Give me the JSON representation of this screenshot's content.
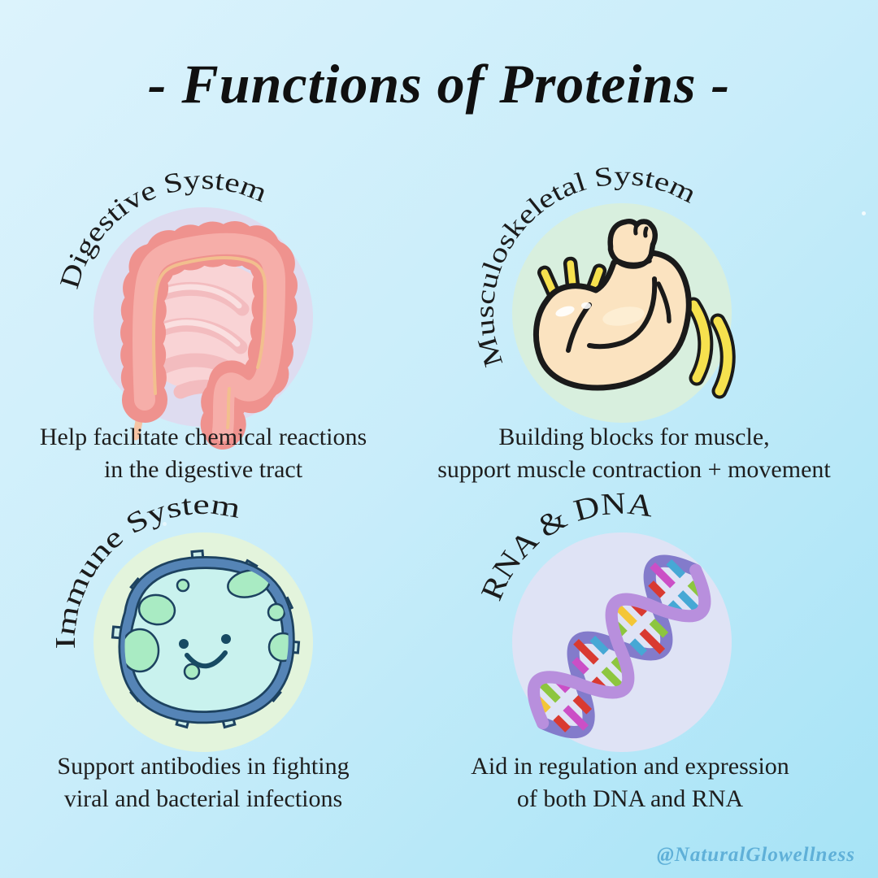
{
  "title": "- Functions of Proteins -",
  "watermark": "@NaturalGlowellness",
  "background": {
    "top_color": "#dcf3fc",
    "bottom_color": "#a6e3f6"
  },
  "quadrants": [
    {
      "label": "Digestive System",
      "icon": "large-intestine-icon",
      "circle_color": "#dedcf0",
      "caption_line1": "Help facilitate chemical reactions",
      "caption_line2": "in the digestive tract"
    },
    {
      "label": "Musculoskeletal System",
      "icon": "flexed-bicep-icon",
      "circle_color": "#d8efde",
      "caption_line1": "Building blocks for muscle,",
      "caption_line2": "support muscle contraction + movement"
    },
    {
      "label": "Immune System",
      "icon": "immune-cell-icon",
      "circle_color": "#e3f4dc",
      "caption_line1": "Support antibodies in fighting",
      "caption_line2": "viral and bacterial infections"
    },
    {
      "label": "RNA & DNA",
      "icon": "dna-helix-icon",
      "circle_color": "#dfe3f5",
      "caption_line1": "Aid in regulation and expression",
      "caption_line2": "of both DNA and RNA"
    }
  ]
}
